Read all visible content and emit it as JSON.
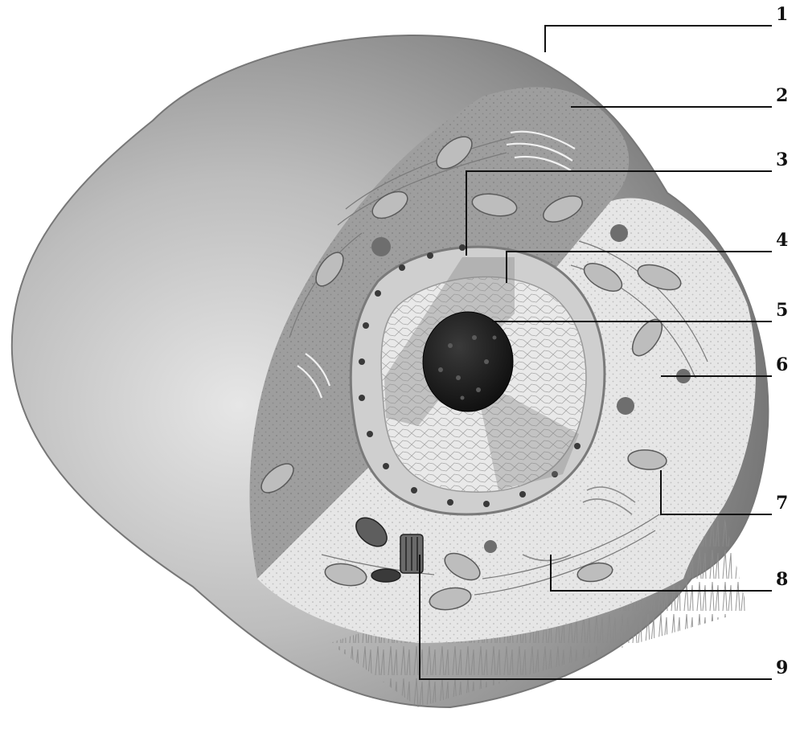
{
  "figure": {
    "subject": "animal cell cutaway illustration",
    "style": "grayscale engraving",
    "labels": [
      {
        "id": "1",
        "text": "1"
      },
      {
        "id": "2",
        "text": "2"
      },
      {
        "id": "3",
        "text": "3"
      },
      {
        "id": "4",
        "text": "4"
      },
      {
        "id": "5",
        "text": "5"
      },
      {
        "id": "6",
        "text": "6"
      },
      {
        "id": "7",
        "text": "7"
      },
      {
        "id": "8",
        "text": "8"
      },
      {
        "id": "9",
        "text": "9"
      }
    ]
  },
  "colors": {
    "background": "#ffffff",
    "outer_surface": "#8a8a8a",
    "cytoplasm_light": "#e4e4e4",
    "cytoplasm_dark": "#9a9a9a",
    "nucleus": "#d0d0d0",
    "nucleolus": "#222222",
    "line": "#111111"
  }
}
